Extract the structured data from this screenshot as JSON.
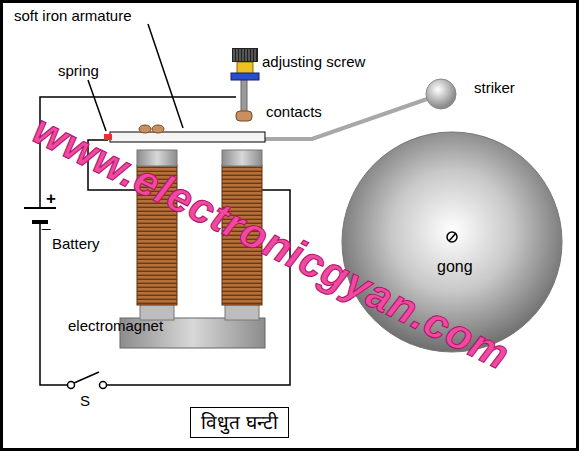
{
  "diagram": {
    "caption": "विधुत घन्टी",
    "labels": [
      "soft iron armature",
      "adjusting screw",
      "spring",
      "contacts",
      "striker",
      "+",
      "_",
      "Battery",
      "gong",
      "electromagnet",
      "S",
      "www.electronicgyan.com"
    ]
  }
}
